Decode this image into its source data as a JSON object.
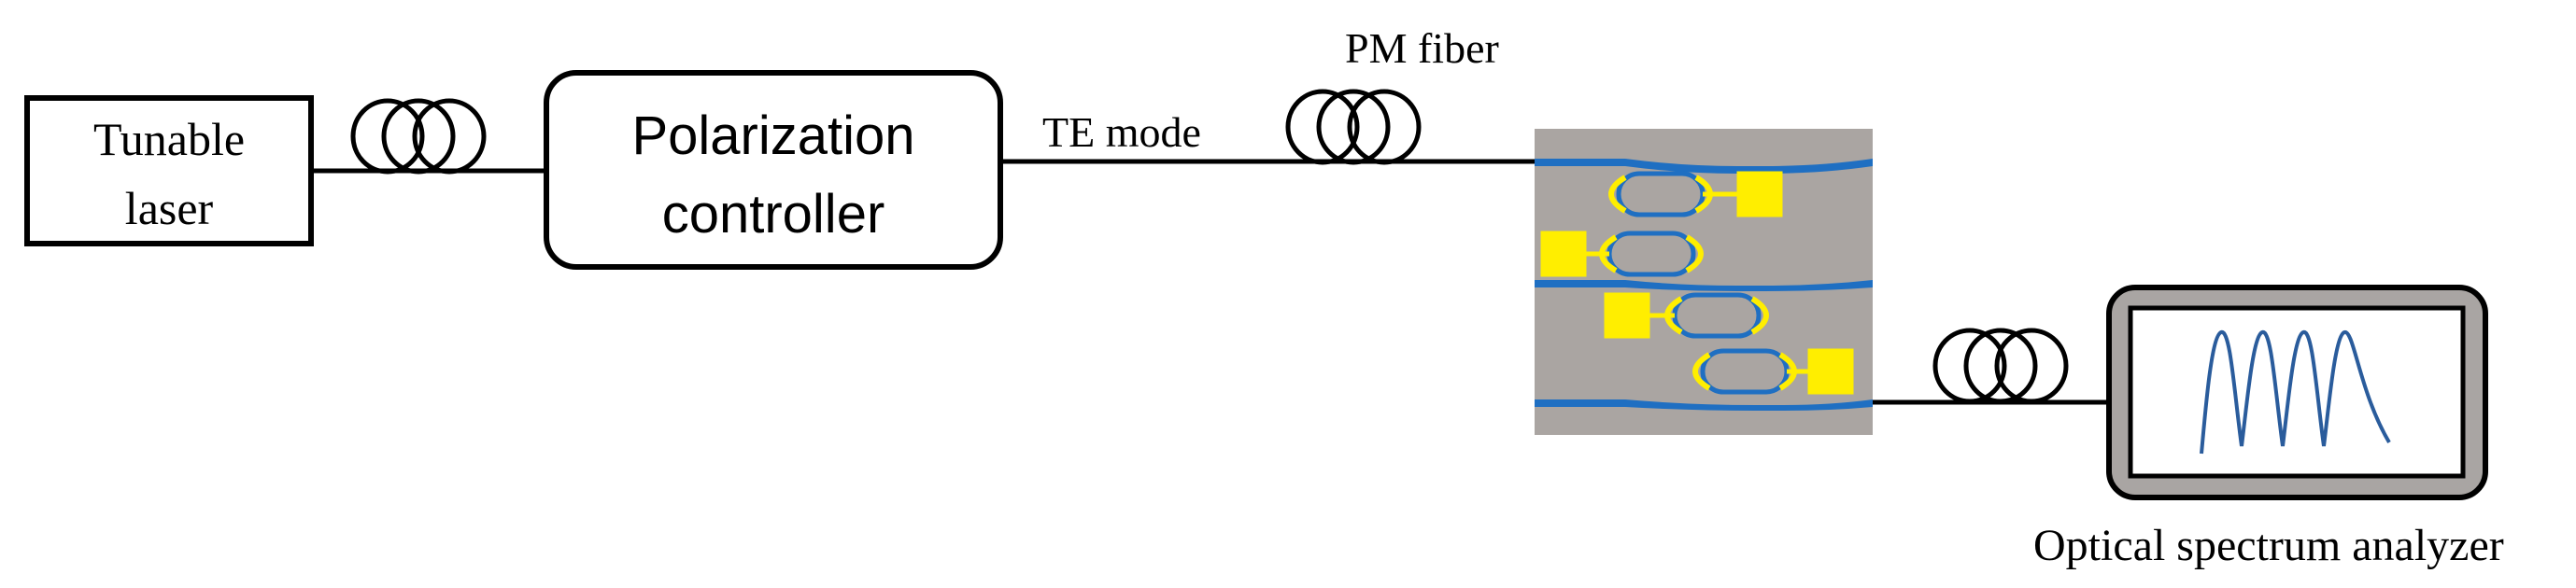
{
  "laser": {
    "line1": "Tunable",
    "line2": "laser"
  },
  "controller": {
    "line1": "Polarization",
    "line2": "controller"
  },
  "fiber_labels": {
    "te_mode": "TE mode",
    "pm_fiber": "PM fiber"
  },
  "analyzer": {
    "label": "Optical spectrum analyzer"
  },
  "colors": {
    "line": "#000000",
    "chip_bg": "#aaa5a2",
    "waveguide": "#1f6fc2",
    "heater": "#ffee00",
    "trace": "#2a5c9c",
    "osa_frame": "#a9a5a3"
  },
  "icons": {
    "fiber_coil": "fiber-coil-icon",
    "chip": "photonic-chip-icon",
    "trace": "spectrum-trace-icon"
  }
}
